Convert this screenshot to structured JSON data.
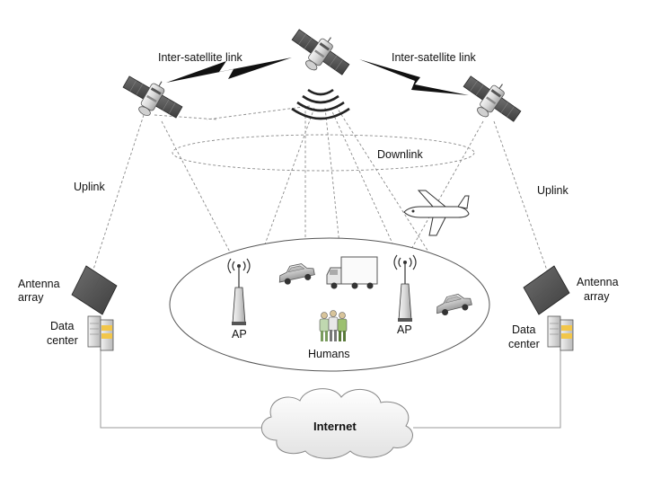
{
  "labels": {
    "isl_left": "Inter-satellite link",
    "isl_right": "Inter-satellite link",
    "downlink": "Downlink",
    "uplink_left": "Uplink",
    "uplink_right": "Uplink",
    "antenna_left": [
      "Antenna",
      "array"
    ],
    "antenna_right": [
      "Antenna",
      "array"
    ],
    "dc_left": [
      "Data",
      "center"
    ],
    "dc_right": [
      "Data",
      "center"
    ],
    "ap_left": "AP",
    "ap_right": "AP",
    "humans": "Humans",
    "internet": "Internet"
  }
}
